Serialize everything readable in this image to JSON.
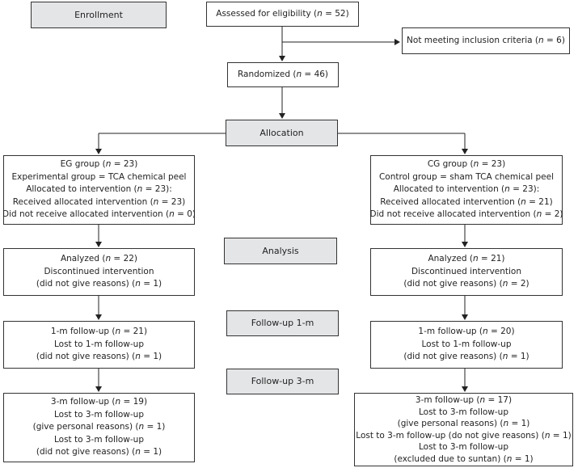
{
  "stages": {
    "enrollment": "Enrollment",
    "allocation": "Allocation",
    "analysis": "Analysis",
    "followup_1m": "Follow-up 1-m",
    "followup_3m": "Follow-up 3-m"
  },
  "eligibility": {
    "pre": "Assessed for eligibility (",
    "n": "n",
    "post": " = 52)"
  },
  "excluded": {
    "pre": "Not meeting inclusion criteria (",
    "n": "n",
    "post": " = 6)"
  },
  "randomized": {
    "pre": "Randomized (",
    "n": "n",
    "post": " = 46)"
  },
  "eg": {
    "allocation": [
      {
        "pre": "EG group (",
        "n": "n",
        "post": " = 23)"
      },
      {
        "text": "Experimental group = TCA chemical peel"
      },
      {
        "pre": "Allocated to intervention (",
        "n": "n",
        "post": " = 23):"
      },
      {
        "pre": "Received allocated intervention (",
        "n": "n",
        "post": " = 23)"
      },
      {
        "pre": "Did not receive allocated intervention (",
        "n": "n",
        "post": " = 0)"
      }
    ],
    "analysis": [
      {
        "pre": "Analyzed (",
        "n": "n",
        "post": " = 22)"
      },
      {
        "text": "Discontinued intervention"
      },
      {
        "pre": "(did not give reasons) (",
        "n": "n",
        "post": " = 1)"
      }
    ],
    "followup_1m": [
      {
        "pre": "1-m follow-up (",
        "n": "n",
        "post": " = 21)"
      },
      {
        "text": "Lost to 1-m follow-up"
      },
      {
        "pre": "(did not give reasons) (",
        "n": "n",
        "post": " = 1)"
      }
    ],
    "followup_3m": [
      {
        "pre": "3-m follow-up (",
        "n": "n",
        "post": " = 19)"
      },
      {
        "text": "Lost to 3-m follow-up"
      },
      {
        "pre": "(give personal reasons) (",
        "n": "n",
        "post": " = 1)"
      },
      {
        "text": "Lost to 3-m follow-up"
      },
      {
        "pre": "(did not give reasons) (",
        "n": "n",
        "post": " = 1)"
      }
    ]
  },
  "cg": {
    "allocation": [
      {
        "pre": "CG group (",
        "n": "n",
        "post": " = 23)"
      },
      {
        "text": "Control group = sham TCA chemical peel"
      },
      {
        "pre": "Allocated to intervention (",
        "n": "n",
        "post": " = 23):"
      },
      {
        "pre": "Received allocated intervention (",
        "n": "n",
        "post": " = 21)"
      },
      {
        "pre": "Did not receive allocated intervention (",
        "n": "n",
        "post": " = 2)"
      }
    ],
    "analysis": [
      {
        "pre": "Analyzed (",
        "n": "n",
        "post": " = 21)"
      },
      {
        "text": "Discontinued intervention"
      },
      {
        "pre": "(did not give reasons) (",
        "n": "n",
        "post": " = 2)"
      }
    ],
    "followup_1m": [
      {
        "pre": "1-m follow-up (",
        "n": "n",
        "post": " = 20)"
      },
      {
        "text": "Lost to 1-m follow-up"
      },
      {
        "pre": "(did not give reasons) (",
        "n": "n",
        "post": " = 1)"
      }
    ],
    "followup_3m": [
      {
        "pre": "3-m follow-up (",
        "n": "n",
        "post": " = 17)"
      },
      {
        "text": "Lost to 3-m follow-up"
      },
      {
        "pre": "(give personal reasons) (",
        "n": "n",
        "post": " = 1)"
      },
      {
        "pre": "Lost to 3-m follow-up (do not give reasons) (",
        "n": "n",
        "post": " = 1)"
      },
      {
        "text": "Lost to 3-m follow-up"
      },
      {
        "pre": "(excluded due to suntan) (",
        "n": "n",
        "post": " = 1)"
      }
    ]
  },
  "colors": {
    "stage_fill": "#e4e5e7",
    "border": "#333333",
    "text": "#222222"
  }
}
